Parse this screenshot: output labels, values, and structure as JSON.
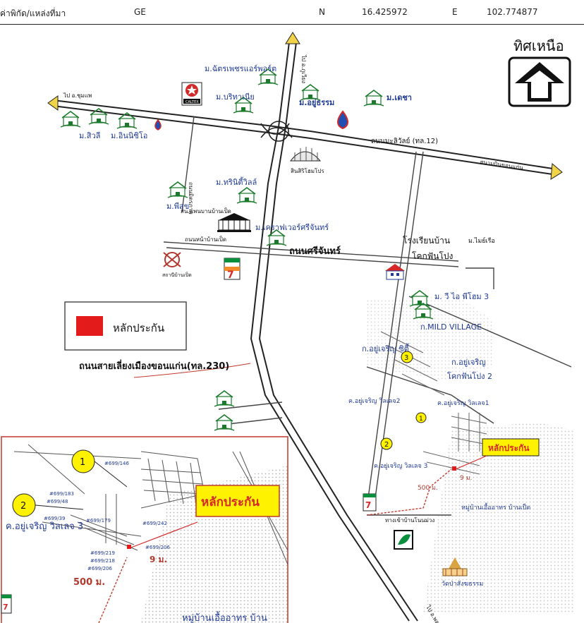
{
  "header": {
    "label": "ค่าพิกัด/แหล่งที่มา",
    "source": "GE",
    "lat_label": "N",
    "lat_value": "16.425972",
    "lon_label": "E",
    "lon_value": "102.774877"
  },
  "north": {
    "label": "ทิศเหนือ"
  },
  "legend": {
    "label": "หลักประกัน",
    "color": "#e31b1b"
  },
  "roads": {
    "main_h": "มิตรภาพ",
    "main_h_prefix": "ไป อ.ชุมแพ",
    "ring": "ถนนมะลิวัลย์ (ทล.12)",
    "ring_right": "สนามบินขอนแก่น",
    "north_road": "ไป อ.ภูเวียง",
    "sri_chan": "ถนนศรีจันทร์",
    "left_road": "ถนนหน้าบ้านเป็ด",
    "bypass": "ถนนสายเลี่ยงเมืองขอนแก่น(ทล.230)",
    "south": "ไป อ.พล",
    "small_road": "ทางเข้าบ้านโนนม่วง",
    "west_road": "ถนนมิตรภาพ"
  },
  "places": {
    "chatree": "ม.ฉัตรเพชรแอร์พอร์ต",
    "bripoom": "ม.บริทาเนีย",
    "yoothatham": "ม.อยู่ธรรม",
    "mueang": "ม.เดชา",
    "sivalee": "ม.สิวลี",
    "inter": "ม.อินนิซิโอ",
    "siam": "สินสิริโฮมโปร",
    "trinity": "ม.ทรินิตี้วิลล์",
    "phasook": "ม.พีสุข",
    "school_front": "สน.แพนบานบ้านเป็ด",
    "crafe": "ม.เคราฟเวอร์ศรีจันทร์",
    "school": "โรงเรียนบ้าน",
    "school2": "โคกฟันโปง",
    "miracle": "ม.ไมย์เรือ",
    "wiwat": "ม. วี ไอ พีโฮม 3",
    "mild": "ก.MILD VILLAGE",
    "dirt_left": "สถานีบ้านเป็ด",
    "yoocharoen_city": "ก.อยู่เจริญ ซิตี้",
    "yoocharoen_kok": "ก.อยู่เจริญ",
    "yoocharoen_kok2": "โคกฟันโปง 2",
    "yoocharoen_1": "ค.อยู่เจริญ วิลเลจ1",
    "yoocharoen_2": "ค.อยู่เจริญ วิลเลจ2",
    "yoocharoen_3": "ค.อยู่เจริญ วิลเลจ 3",
    "eua_arthorn": "หมู่บ้านเอื้ออาทร บ้านเป็ด",
    "temple": "วัดป่าสังฆธรรม",
    "caltex": "CALTEX"
  },
  "collateral": {
    "label": "หลักประกัน",
    "dist_500": "500 ม.",
    "dist_9": "9 ม."
  },
  "markers": {
    "m1": "1",
    "m2": "2",
    "m3": "3"
  },
  "inset": {
    "label_village": "ค.อยู่เจริญ วิลเลจ 3",
    "collateral": "หลักประกัน",
    "dist_500": "500 ม.",
    "dist_9": "9 ม.",
    "eua": "หมู่บ้านเอื้ออาทร บ้าน",
    "m1": "1",
    "m2": "2",
    "lot1": "#699/146",
    "lot2": "#699/183",
    "lot3": "#699/48",
    "lot4": "#699/39",
    "lot5": "#699/179",
    "lot6": "#699/242",
    "lot7": "#699/219",
    "lot8": "#699/218",
    "lot9": "#699/206",
    "lot10": "#699/206"
  },
  "colors": {
    "road": "#222222",
    "label": "#1f3a93",
    "callout_bg": "#fff200",
    "collateral": "#e31b1b",
    "route": "#c0392b"
  }
}
